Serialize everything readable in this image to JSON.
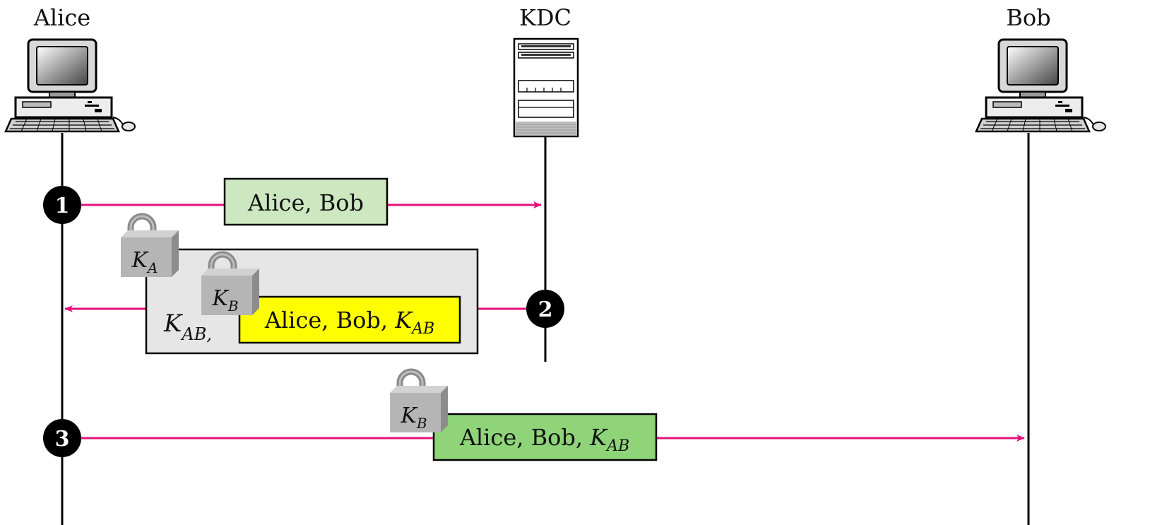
{
  "participants": {
    "alice": {
      "label": "Alice",
      "icon": "desktop-computer-icon"
    },
    "kdc": {
      "label": "KDC",
      "icon": "server-tower-icon"
    },
    "bob": {
      "label": "Bob",
      "icon": "desktop-computer-icon"
    }
  },
  "steps": [
    {
      "number": "1",
      "message": "Alice, Bob",
      "box_color": "#cde8c0"
    },
    {
      "number": "2",
      "message": "Alice, Bob, ",
      "key": "K",
      "key_sub": "AB",
      "box_color": "#ffff00",
      "outer_key": "K",
      "outer_key_sub": "AB,",
      "outer_box_color": "#e6e6e6",
      "lock_outer": {
        "key": "K",
        "sub": "A"
      },
      "lock_inner": {
        "key": "K",
        "sub": "B"
      }
    },
    {
      "number": "3",
      "message": "Alice, Bob, ",
      "key": "K",
      "key_sub": "AB",
      "box_color": "#8fd479",
      "lock": {
        "key": "K",
        "sub": "B"
      }
    }
  ],
  "colors": {
    "arrow": "#e6117a",
    "lifeline": "#000000",
    "step_badge": "#000000",
    "lock_body": "#b5b5b5",
    "lock_shackle": "#8a8a8a"
  }
}
